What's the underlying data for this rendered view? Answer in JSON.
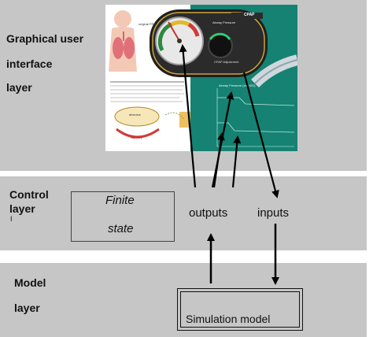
{
  "layers": {
    "gui": {
      "label_lines": [
        "Graphical user",
        "interface",
        "layer"
      ]
    },
    "control": {
      "label_lines": [
        "Control",
        "layer"
      ],
      "mark": "I"
    },
    "model": {
      "label_lines": [
        "Model",
        "layer"
      ]
    }
  },
  "boxes": {
    "finite_state": {
      "line1": "Finite",
      "line2": "state"
    },
    "simulation_model": {
      "label": "Simulation model"
    }
  },
  "ports": {
    "outputs": "outputs",
    "inputs": "inputs"
  },
  "screenshot_labels": {
    "airway_pressure": "Airway Pressure",
    "cpap_logo": "CPAP",
    "cpap_adjustment": "CPAP Adjustment",
    "original_frc": "original FRC",
    "instructions": "Place your cursor on the CPAP adjustment knob and turn it to the prescribed CPAP protocol pressure.",
    "alveolus": "alveolus",
    "capillary": "capillary",
    "graph_title": "Airway Pressure (cmH2O)"
  },
  "colors": {
    "band_gray": "#c6c6c6",
    "gui_teal": "#1a8c7c",
    "gauge_panel": "#1f1f1f"
  }
}
